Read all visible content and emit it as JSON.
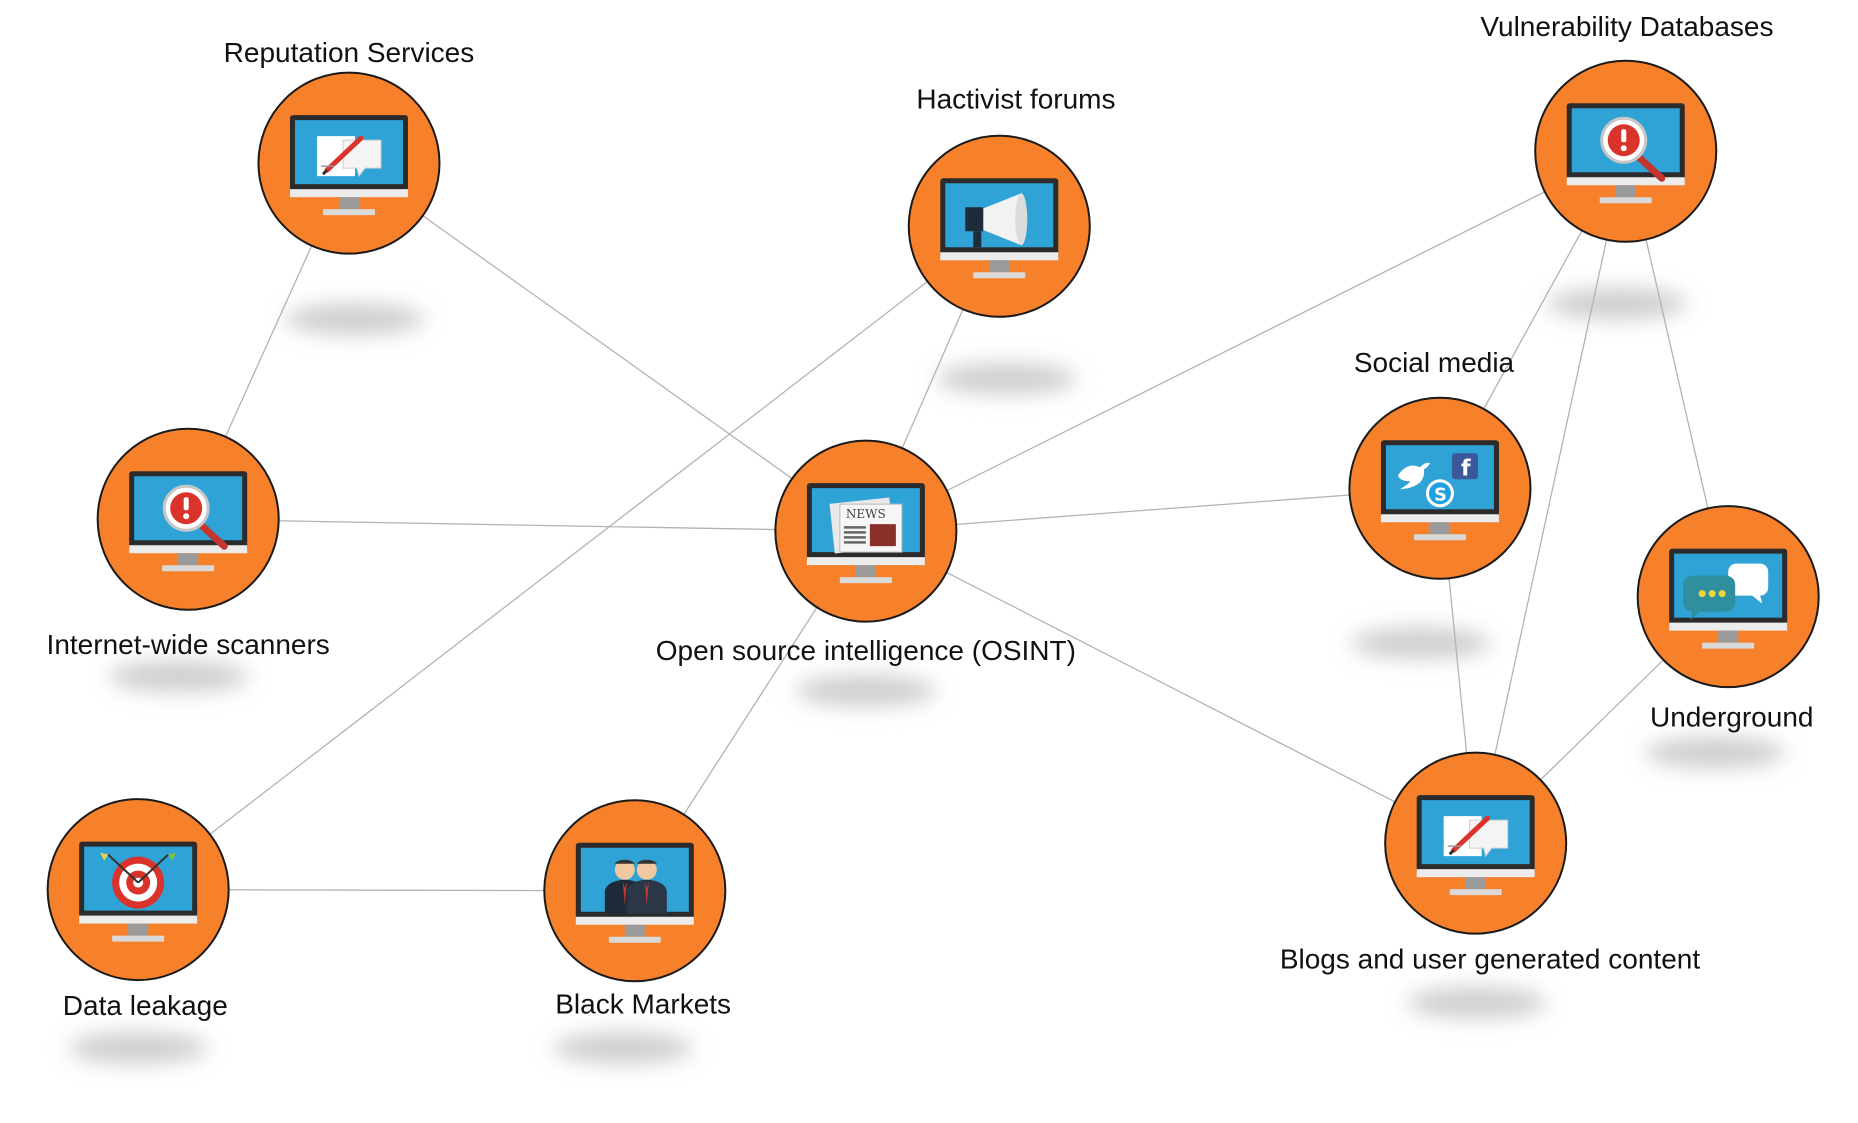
{
  "colors": {
    "node_fill": "#F7812B",
    "node_stroke": "#1a1a1a",
    "monitor_frame": "#2b2b2b",
    "monitor_screen": "#2fa3d6",
    "monitor_stand": "#d9d9d9",
    "edge": "#b3b3b3",
    "shadow": "#cfcfcf"
  },
  "nodes": [
    {
      "id": "reputation",
      "label": "Reputation Services",
      "icon": "document-pen-icon"
    },
    {
      "id": "hactivist",
      "label": "Hactivist forums",
      "icon": "megaphone-icon"
    },
    {
      "id": "vulndb",
      "label": "Vulnerability Databases",
      "icon": "alert-magnifier-icon"
    },
    {
      "id": "scanners",
      "label": "Internet-wide scanners",
      "icon": "alert-magnifier-icon"
    },
    {
      "id": "osint",
      "label": "Open source intelligence (OSINT)",
      "icon": "newspaper-icon"
    },
    {
      "id": "social",
      "label": "Social media",
      "icon": "social-logos-icon"
    },
    {
      "id": "underground",
      "label": "Underground",
      "icon": "chat-bubbles-icon"
    },
    {
      "id": "leakage",
      "label": "Data leakage",
      "icon": "target-icon"
    },
    {
      "id": "markets",
      "label": "Black Markets",
      "icon": "businessmen-icon"
    },
    {
      "id": "blogs",
      "label": "Blogs and user generated content",
      "icon": "document-pen-icon"
    }
  ],
  "edges": [
    [
      "reputation",
      "scanners"
    ],
    [
      "reputation",
      "osint"
    ],
    [
      "scanners",
      "osint"
    ],
    [
      "hactivist",
      "osint"
    ],
    [
      "hactivist",
      "leakage"
    ],
    [
      "osint",
      "markets"
    ],
    [
      "osint",
      "social"
    ],
    [
      "osint",
      "vulndb"
    ],
    [
      "osint",
      "blogs"
    ],
    [
      "leakage",
      "markets"
    ],
    [
      "vulndb",
      "social"
    ],
    [
      "vulndb",
      "blogs"
    ],
    [
      "vulndb",
      "underground"
    ],
    [
      "social",
      "blogs"
    ],
    [
      "underground",
      "blogs"
    ]
  ]
}
